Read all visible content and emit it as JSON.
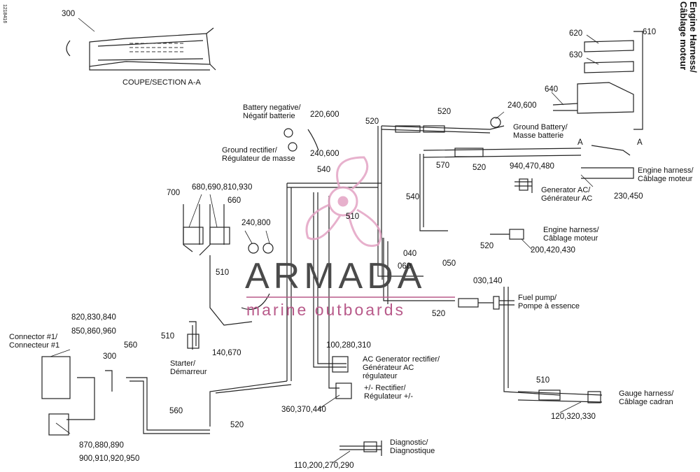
{
  "title_line1": "Engine Harness/",
  "title_line2": "Câblage moteur",
  "doc_id": "1218416",
  "section_caption": "COUPE/SECTION A-A",
  "watermark": {
    "brand": "ARMADA",
    "tagline": "marine outboards",
    "brand_color": "#4a4a4a",
    "accent_color": "#e3a3c4"
  },
  "part_refs": {
    "r300_top": "300",
    "r620": "620",
    "r610": "610",
    "r630": "630",
    "r640": "640",
    "r220_600": "220,600",
    "r240_600_a": "240,600",
    "r520_a": "520",
    "r520_b": "520",
    "r240_600_b": "240,600",
    "r540_a": "540",
    "r570": "570",
    "r520_c": "520",
    "r940": "940,470,480",
    "r230_450": "230,450",
    "r540_b": "540",
    "r510_a": "510",
    "r700": "700",
    "r680": "680,690,810,930",
    "r660": "660",
    "r240_800": "240,800",
    "r520_d": "520",
    "r200": "200,420,430",
    "r510_b": "510",
    "r040": "040",
    "r060": "060",
    "r050": "050",
    "r030": "030,140",
    "r520_e": "520",
    "r820": "820,830,840",
    "r850": "850,860,960",
    "r560_a": "560",
    "r300_b": "300",
    "r510_c": "510",
    "r140": "140,670",
    "r100": "100,280,310",
    "r510_d": "510",
    "r360": "360,370,440",
    "r560_b": "560",
    "r520_f": "520",
    "r120": "120,320,330",
    "r870": "870,880,890",
    "r900": "900,910,920,950",
    "r110": "110,200,270,290",
    "sec_a_left": "A",
    "sec_a_right": "A"
  },
  "component_labels": {
    "battery_negative": [
      "Battery negative/",
      "Négatif batterie"
    ],
    "ground_rectifier": [
      "Ground rectifier/",
      "Régulateur de masse"
    ],
    "ground_battery": [
      "Ground Battery/",
      "Masse batterie"
    ],
    "engine_harness_a": [
      "Engine harness/",
      "Câblage moteur"
    ],
    "generator_ac": [
      "Generator AC/",
      "Générateur AC"
    ],
    "engine_harness_b": [
      "Engine harness/",
      "Câblage moteur"
    ],
    "fuel_pump": [
      "Fuel pump/",
      "Pompe à essence"
    ],
    "connector_1": [
      "Connector #1/",
      "Connecteur #1"
    ],
    "starter": [
      "Starter/",
      "Démarreur"
    ],
    "ac_gen_rectifier": [
      "AC Generator rectifier/",
      "Générateur AC",
      "régulateur"
    ],
    "rectifier_regulator": [
      "+/- Rectifier/",
      "Régulateur +/-"
    ],
    "gauge_harness": [
      "Gauge harness/",
      "Câblage cadran"
    ],
    "diagnostic": [
      "Diagnostic/",
      "Diagnostique"
    ]
  }
}
